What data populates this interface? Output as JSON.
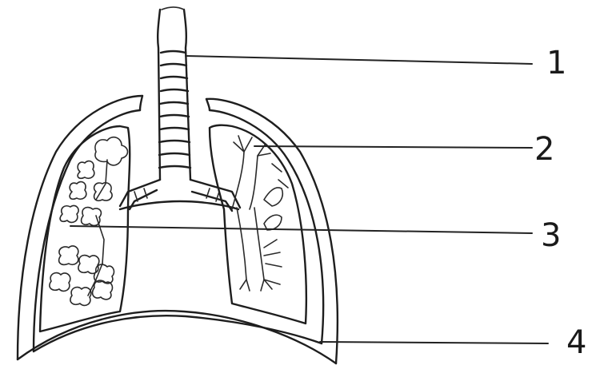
{
  "diagram": {
    "labels": [
      "1",
      "2",
      "3",
      "4"
    ]
  },
  "colors": {
    "ink": "#1e1e1e",
    "paper": "#ffffff"
  }
}
